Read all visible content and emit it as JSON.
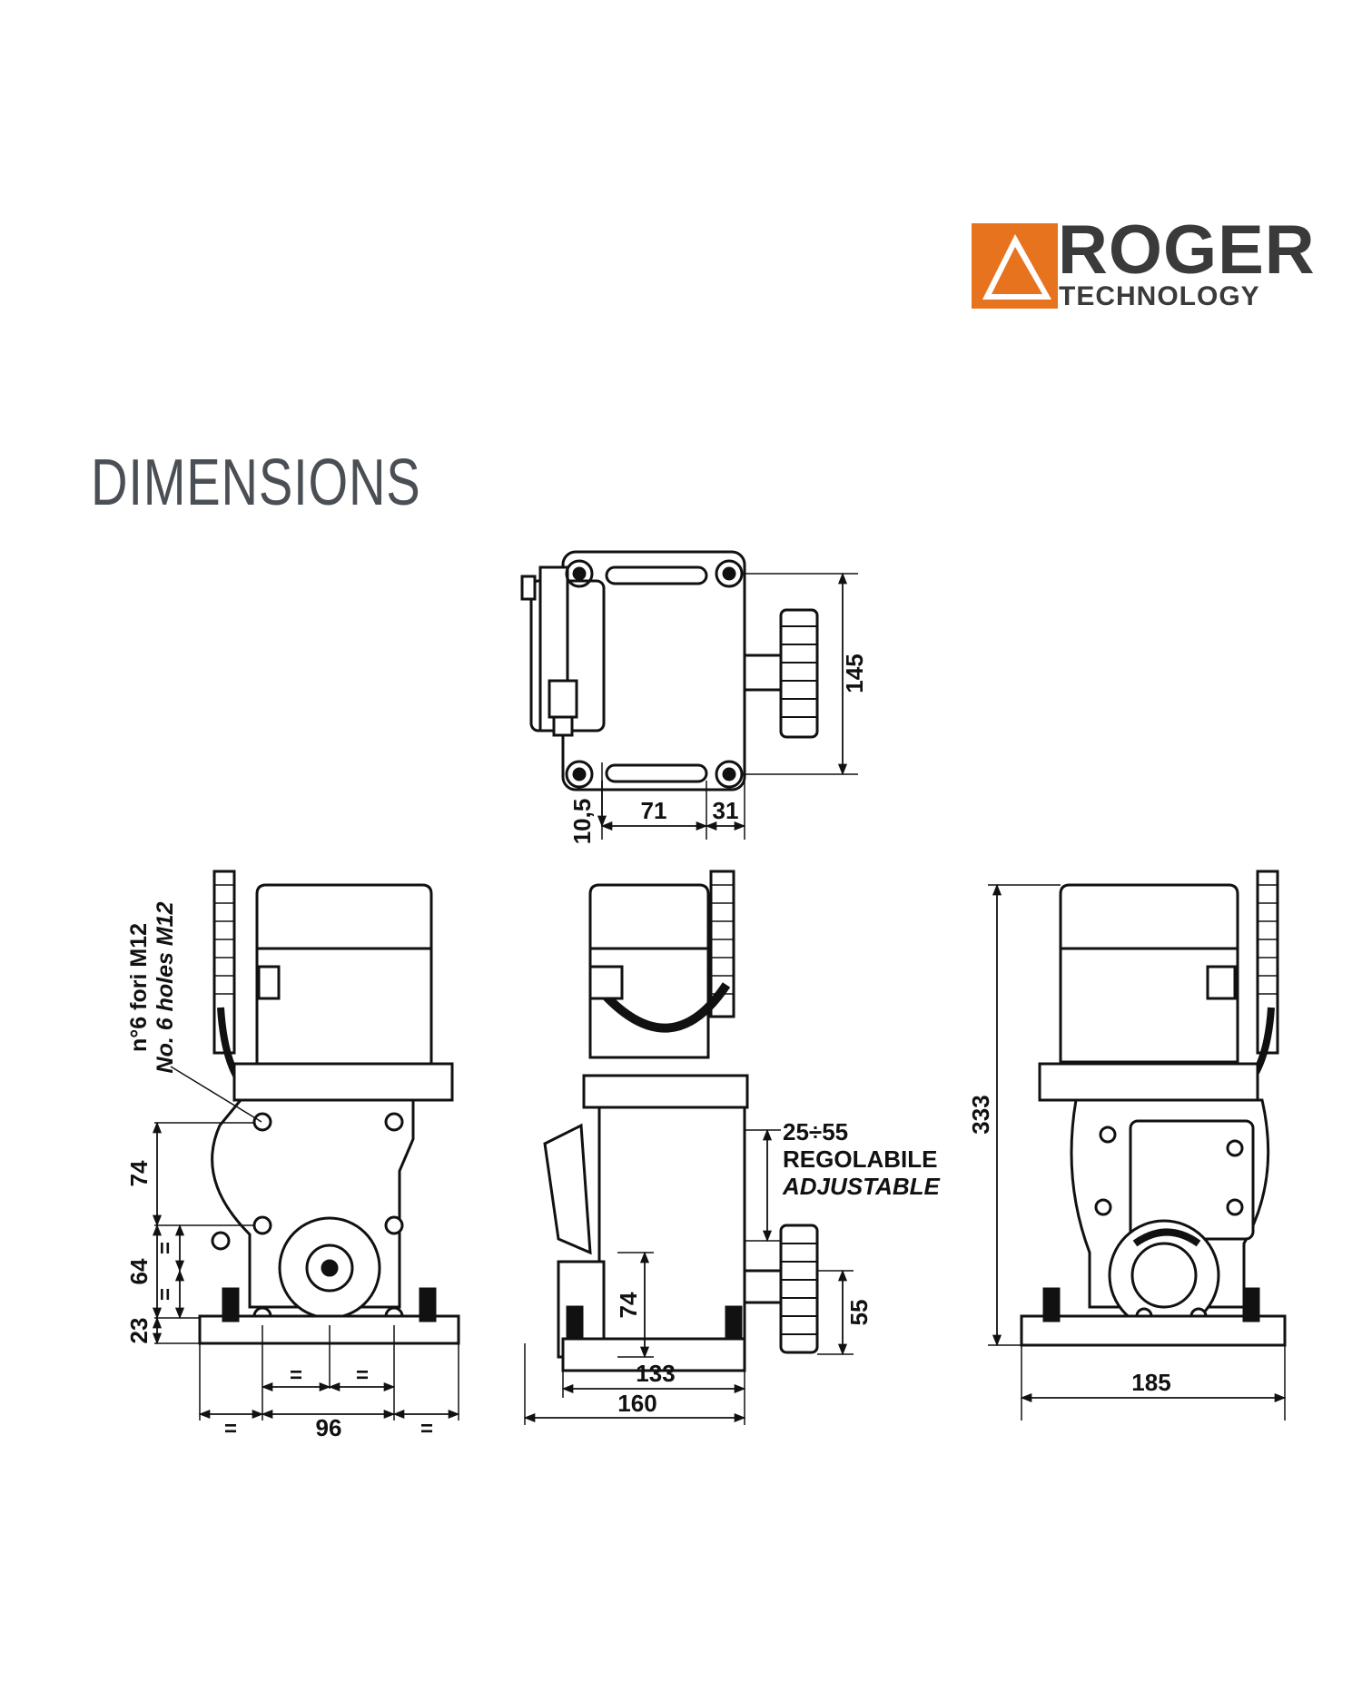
{
  "brand": {
    "name": "ROGER",
    "subtitle": "TECHNOLOGY",
    "accent_color": "#e8731f",
    "text_color": "#3a3a3a"
  },
  "title": "DIMENSIONS",
  "dimensions": {
    "top_view": {
      "height": "145",
      "offset": "10,5",
      "slot": "71",
      "edge": "31"
    },
    "left_view": {
      "upper": "74",
      "middle": "64",
      "lower": "23",
      "equal": "=",
      "hole_spacing": "96",
      "holes_it": "n°6 fori M12",
      "holes_en": "No. 6 holes M12"
    },
    "center_view": {
      "range": "25÷55",
      "adjust_it": "REGOLABILE",
      "adjust_en": "ADJUSTABLE",
      "rack_height": "74",
      "pinion_height": "55",
      "depth": "133",
      "overall": "160"
    },
    "right_view": {
      "height": "333",
      "width": "185"
    }
  }
}
